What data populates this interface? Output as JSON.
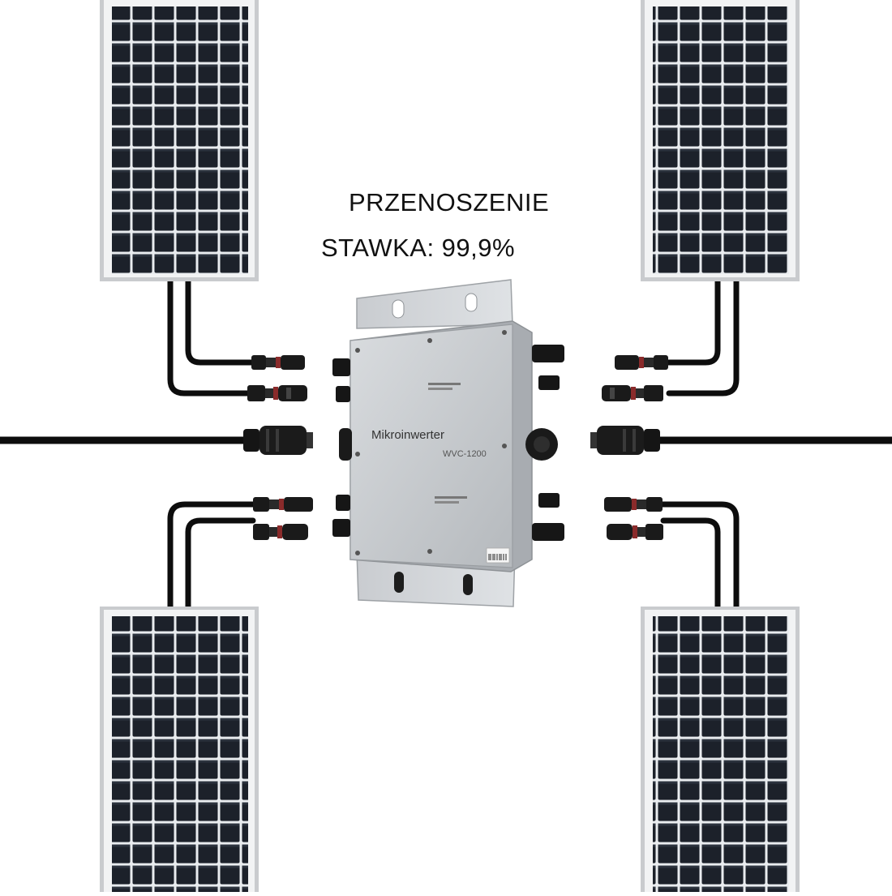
{
  "caption": {
    "line1": "PRZENOSZENIE",
    "line2": "STAWKA: 99,9%"
  },
  "inverter": {
    "name": "Mikroinwerter",
    "model": "WVC-1200"
  },
  "colors": {
    "panel_cell": "#1c212a",
    "panel_frame": "#c9cbce",
    "inverter_body": "#c4c7cb",
    "cable": "#0d0d0d",
    "connector_accent": "#8a2b2b"
  }
}
